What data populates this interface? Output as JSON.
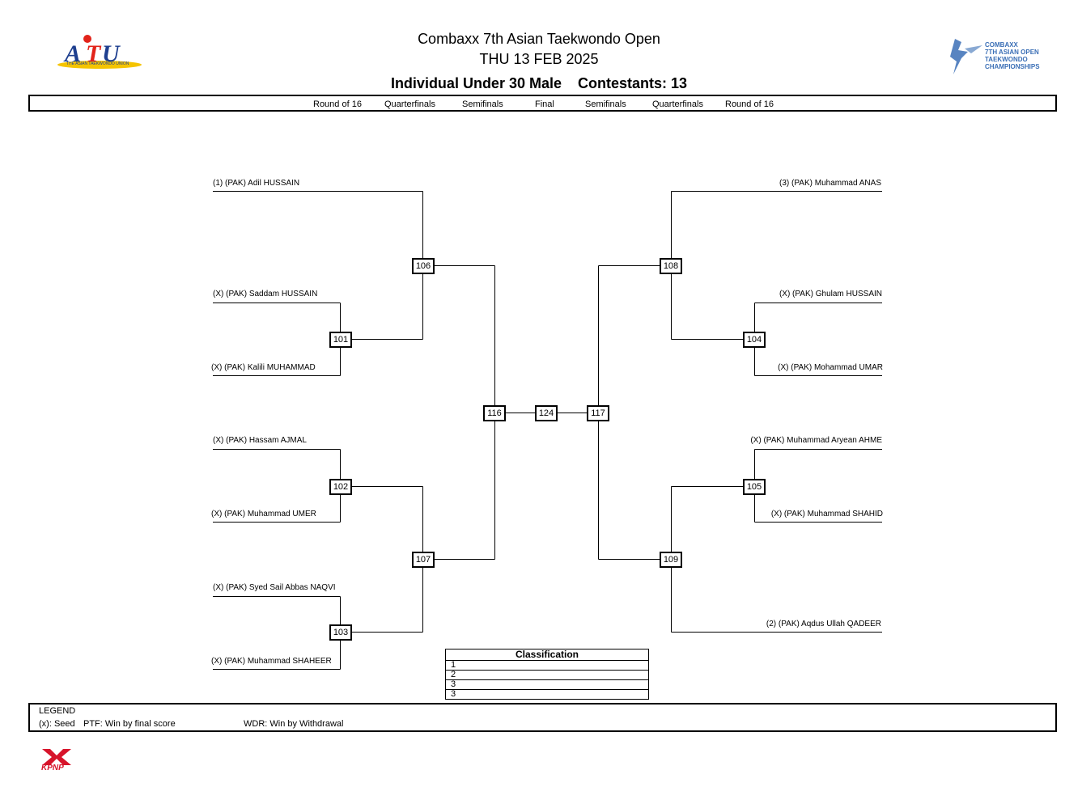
{
  "header": {
    "event_title": "Combaxx 7th Asian Taekwondo Open",
    "date": "THU 13 FEB 2025",
    "division": "Individual Under 30 Male",
    "contestants": "Contestants: 13"
  },
  "logos": {
    "left_text": "ATU",
    "left_subtext": "THE ASIAN TAEKWONDO UNION",
    "right_lines": [
      "COMBAXX",
      "7TH ASIAN OPEN",
      "TAEKWONDO",
      "CHAMPIONSHIPS"
    ],
    "bottom_text": "KPNP",
    "colors": {
      "atu_red": "#e2231a",
      "atu_blue": "#1e3f8f",
      "atu_yellow": "#f5c400",
      "combaxx_blue": "#3b6fb6",
      "kpnp_red": "#d7142b"
    }
  },
  "rounds": [
    "Round of 16",
    "Quarterfinals",
    "Semifinals",
    "Final",
    "Semifinals",
    "Quarterfinals",
    "Round of 16"
  ],
  "competitors": {
    "left": [
      "(1) (PAK) Adil HUSSAIN",
      "(X) (PAK) Saddam HUSSAIN",
      "(X) (PAK) Kalili MUHAMMAD",
      "(X) (PAK) Hassam AJMAL",
      "(X) (PAK) Muhammad UMER",
      "(X) (PAK) Syed Sail Abbas NAQVI",
      "(X) (PAK) Muhammad SHAHEER"
    ],
    "right": [
      "(3) (PAK) Muhammad ANAS",
      "(X) (PAK) Ghulam HUSSAIN",
      "(X) (PAK) Mohammad UMAR",
      "(X) (PAK) Muhammad Aryean AHME",
      "(X) (PAK) Muhammad SHAHID",
      "(2) (PAK) Aqdus Ullah QADEER"
    ]
  },
  "matches": {
    "m101": "101",
    "m102": "102",
    "m103": "103",
    "m104": "104",
    "m105": "105",
    "m106": "106",
    "m107": "107",
    "m108": "108",
    "m109": "109",
    "m116": "116",
    "m117": "117",
    "m124": "124"
  },
  "classification": {
    "title": "Classification",
    "places": [
      "1",
      "2",
      "3",
      "3"
    ]
  },
  "legend": {
    "title": "LEGEND",
    "items": [
      "(x): Seed",
      "PTF: Win by final score",
      "WDR: Win by Withdrawal"
    ]
  }
}
